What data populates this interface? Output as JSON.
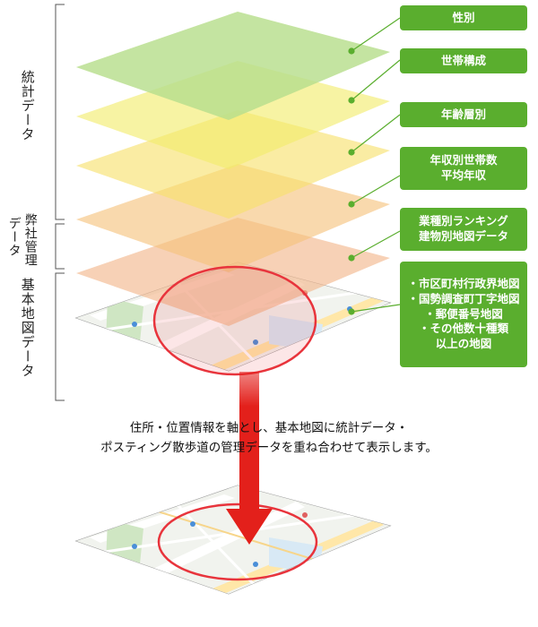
{
  "brace_labels": {
    "statistics": "統計データ",
    "company_line1": "弊社管理",
    "company_line2": "データ",
    "base_map": "基本地図データ"
  },
  "layer_tags": [
    {
      "lines": [
        "性別"
      ]
    },
    {
      "lines": [
        "世帯構成"
      ]
    },
    {
      "lines": [
        "年齢層別"
      ]
    },
    {
      "lines": [
        "年収別世帯数",
        "平均年収"
      ]
    },
    {
      "lines": [
        "業種別ランキング",
        "建物別地図データ"
      ]
    },
    {
      "lines": [
        "・市区町村行政界地図",
        "・国勢調査町丁字地図",
        "・郵便番号地図",
        "・その他数十種類",
        "以上の地図"
      ]
    }
  ],
  "caption": {
    "line1": "住所・位置情報を軸とし、基本地図に統計データ・",
    "line2": "ポスティング散歩道の管理データを重ね合わせて表示します。"
  },
  "colors": {
    "tag_green": "#5aae2e",
    "layer_1": "#a9d98d",
    "layer_2": "#d4e88f",
    "layer_3": "#f2ec6a",
    "layer_4": "#f7e06a",
    "layer_5": "#f5c27a",
    "layer_6": "#f2b489",
    "circle": "#e8343c",
    "arrow": "#e3201b",
    "brace": "#555555"
  }
}
